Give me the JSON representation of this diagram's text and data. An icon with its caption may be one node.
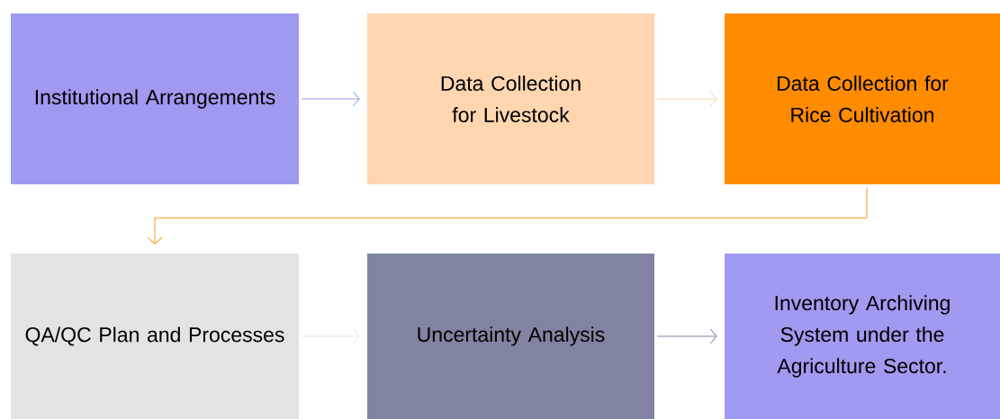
{
  "diagram": {
    "nodes": [
      {
        "text": [
          "Institutional Arrangements"
        ]
      },
      {
        "text": [
          "Data Collection for Livestock"
        ]
      },
      {
        "text": [
          "Data Collection for Rice Cultivation"
        ]
      },
      {
        "text": [
          "QA/QC Plan and Processes"
        ]
      },
      {
        "text": [
          "Uncertainty Analysis"
        ]
      },
      {
        "text": [
          "Inventory Archiving System under the Agriculture Sector."
        ]
      }
    ],
    "edges": [
      {
        "from": 0,
        "to": 1,
        "arrow": "to",
        "color": "#9d97ee"
      },
      {
        "from": 1,
        "to": 2,
        "arrow": "to",
        "color": "#fdd5b0"
      },
      {
        "from": 2,
        "to": 3,
        "arrow": "to",
        "color": "#fb9a1e"
      },
      {
        "from": 3,
        "to": 4,
        "arrow": "to",
        "color": "#e6e6e6"
      },
      {
        "from": 4,
        "to": 5,
        "arrow": "to",
        "color": "#8084a2"
      }
    ]
  }
}
